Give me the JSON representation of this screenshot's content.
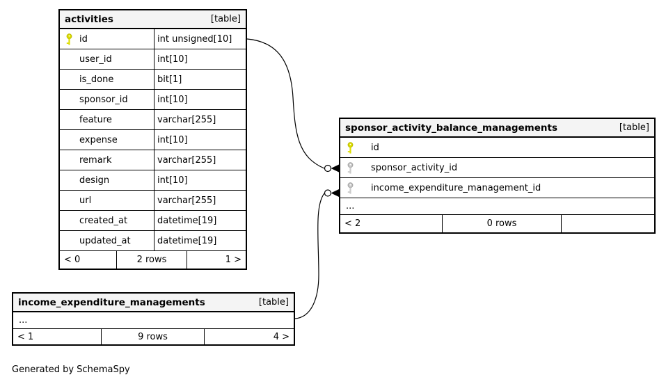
{
  "footer_note": "Generated by SchemaSpy",
  "colors": {
    "pk_yellow": "#dede00",
    "pk_yellow_stroke": "#b9b900",
    "fk_gray": "#cbcbcb",
    "fk_gray_stroke": "#9e9e9e",
    "header_bg": "#f4f4f4",
    "border": "#000000"
  },
  "icons": {
    "primary_key": "key-icon",
    "foreign_key": "key-icon"
  },
  "tables": {
    "activities": {
      "title": "activities",
      "tag": "[table]",
      "columns": [
        {
          "name": "id",
          "type": "int unsigned[10]",
          "key": "primary"
        },
        {
          "name": "user_id",
          "type": "int[10]",
          "key": "none"
        },
        {
          "name": "is_done",
          "type": "bit[1]",
          "key": "none"
        },
        {
          "name": "sponsor_id",
          "type": "int[10]",
          "key": "none"
        },
        {
          "name": "feature",
          "type": "varchar[255]",
          "key": "none"
        },
        {
          "name": "expense",
          "type": "int[10]",
          "key": "none"
        },
        {
          "name": "remark",
          "type": "varchar[255]",
          "key": "none"
        },
        {
          "name": "design",
          "type": "int[10]",
          "key": "none"
        },
        {
          "name": "url",
          "type": "varchar[255]",
          "key": "none"
        },
        {
          "name": "created_at",
          "type": "datetime[19]",
          "key": "none"
        },
        {
          "name": "updated_at",
          "type": "datetime[19]",
          "key": "none"
        }
      ],
      "footer": {
        "prev": "< 0",
        "rows": "2 rows",
        "next": "1 >"
      }
    },
    "sponsor_activity_balance_managements": {
      "title": "sponsor_activity_balance_managements",
      "tag": "[table]",
      "columns": [
        {
          "name": "id",
          "key": "primary"
        },
        {
          "name": "sponsor_activity_id",
          "key": "foreign"
        },
        {
          "name": "income_expenditure_management_id",
          "key": "foreign"
        }
      ],
      "ellipsis": "...",
      "footer": {
        "prev": "< 2",
        "rows": "0 rows",
        "next": ""
      }
    },
    "income_expenditure_managements": {
      "title": "income_expenditure_managements",
      "tag": "[table]",
      "ellipsis": "...",
      "footer": {
        "prev": "< 1",
        "rows": "9 rows",
        "next": "4 >"
      }
    }
  }
}
